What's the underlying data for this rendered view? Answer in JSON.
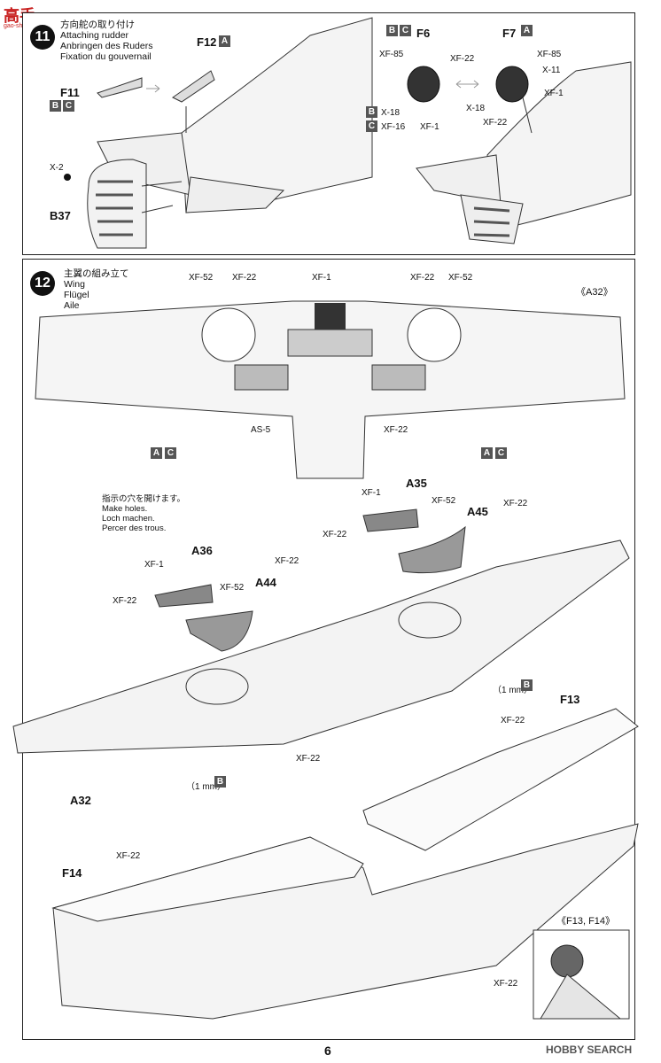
{
  "watermark": {
    "logo": "高手",
    "site": "gao-shou.com"
  },
  "step11": {
    "number": "11",
    "title_jp": "方向舵の取り付け",
    "title_en": "Attaching rudder",
    "title_de": "Anbringen des Ruders",
    "title_fr": "Fixation du gouvernail",
    "parts": {
      "f12": "F12",
      "f11": "F11",
      "b37": "B37",
      "f6": "F6",
      "f7": "F7"
    },
    "colors": {
      "x2": "X-2",
      "xf85a": "XF-85",
      "xf22a": "XF-22",
      "x18": "X-18",
      "xf16": "XF-16",
      "xf1a": "XF-1",
      "xf85b": "XF-85",
      "x11": "X-11",
      "xf1b": "XF-1",
      "x18b": "X-18",
      "xf22b": "XF-22"
    },
    "boxes": {
      "a1": "A",
      "b1": "B",
      "c1": "C",
      "b2": "B",
      "c2": "C",
      "b3": "B",
      "c3": "C",
      "a2": "A"
    }
  },
  "step12": {
    "number": "12",
    "title_jp": "主翼の組み立て",
    "title_en": "Wing",
    "title_de": "Flügel",
    "title_fr": "Aile",
    "ref": "《A32》",
    "drill_jp": "指示の穴を開けます。",
    "drill_en": "Make holes.",
    "drill_de": "Loch machen.",
    "drill_fr": "Percer des trous.",
    "top": {
      "xf52a": "XF-52",
      "xf22a": "XF-22",
      "xf1": "XF-1",
      "xf22b": "XF-22",
      "xf52b": "XF-52",
      "as5": "AS-5",
      "xf22c": "XF-22",
      "a1": "A",
      "c1": "C",
      "a2": "A",
      "c2": "C"
    },
    "mid": {
      "xf1a": "XF-1",
      "a35": "A35",
      "xf52a": "XF-52",
      "a45": "A45",
      "xf22a": "XF-22",
      "xf22b": "XF-22",
      "xf1b": "XF-1",
      "a36": "A36",
      "xf22c": "XF-22",
      "a44": "A44",
      "xf22d": "XF-22",
      "xf52b": "XF-52",
      "xf22e": "XF-22",
      "mm1": "（1 mm）",
      "b1": "B",
      "mm2": "（1 mm）",
      "b2": "B",
      "a32": "A32"
    },
    "bottom": {
      "f13": "F13",
      "xf22a": "XF-22",
      "f14": "F14",
      "xf22b": "XF-22",
      "ref2": "《F13, F14》",
      "xf22c": "XF-22"
    }
  },
  "footer": {
    "page": "6",
    "brand": "HOBBY SEARCH"
  }
}
